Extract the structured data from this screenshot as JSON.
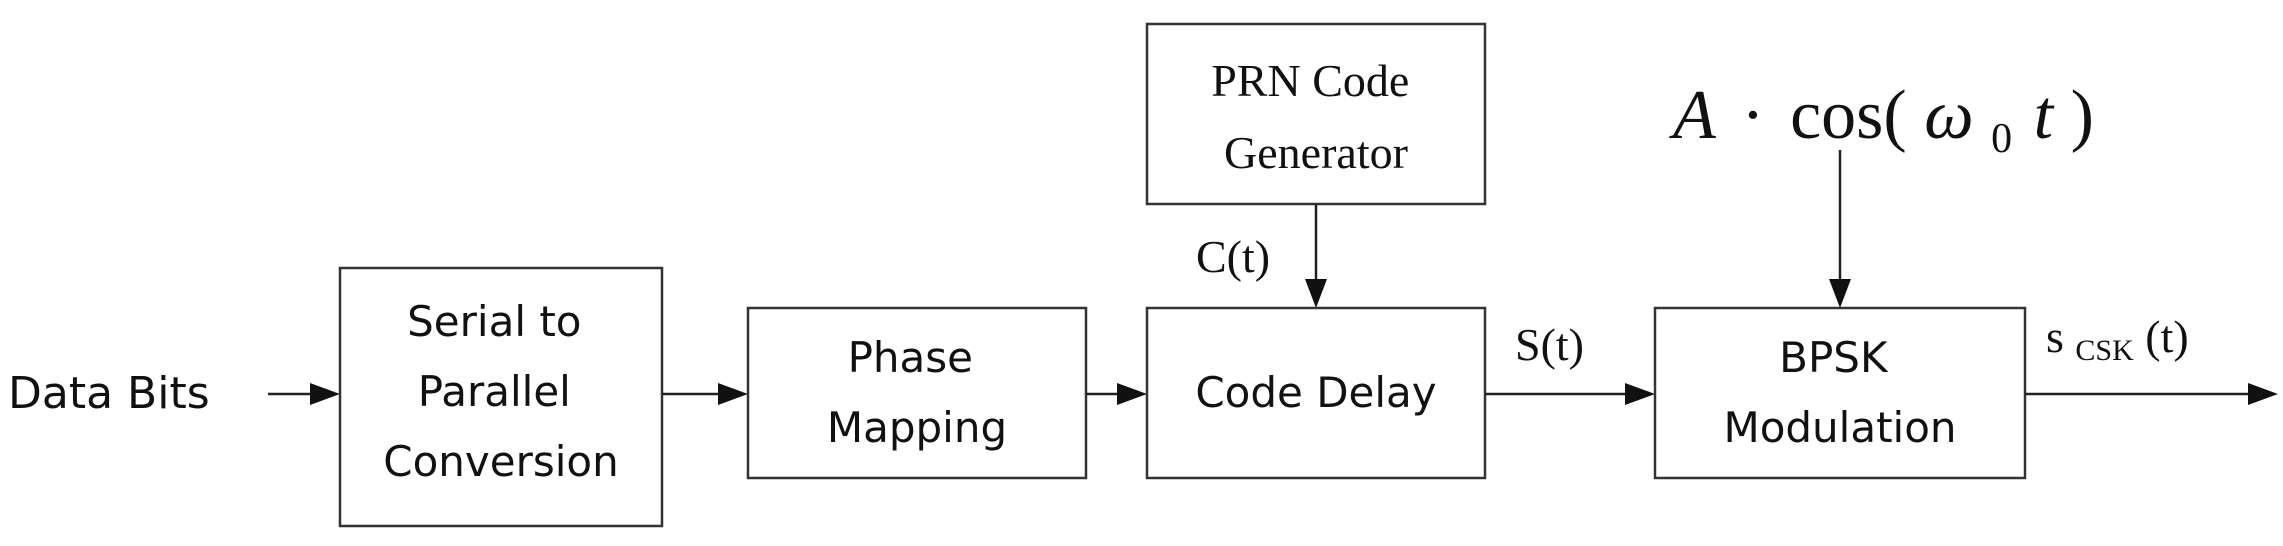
{
  "input": {
    "label": "Data Bits"
  },
  "blocks": {
    "serial_to_parallel": [
      "Serial to",
      "Parallel",
      "Conversion"
    ],
    "phase_mapping": [
      "Phase",
      "Mapping"
    ],
    "prn_generator": [
      "PRN Code",
      "Generator"
    ],
    "code_delay": [
      "Code Delay"
    ],
    "bpsk_modulation": [
      "BPSK",
      "Modulation"
    ]
  },
  "signals": {
    "code": "C(t)",
    "spread": "S(t)",
    "output_base": "s",
    "output_sub": "CSK",
    "output_arg": "(t)",
    "carrier": {
      "amp": "A",
      "dot": "·",
      "func": "cos(",
      "omega": "ω",
      "omega_sub": "0",
      "var": "t",
      "close": ")"
    }
  }
}
